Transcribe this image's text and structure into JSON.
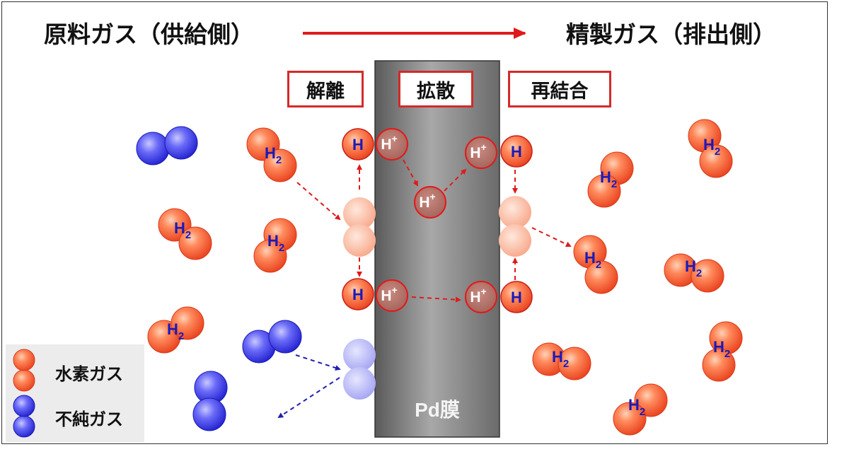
{
  "header": {
    "feed_label": "原料ガス（供給側）",
    "product_label": "精製ガス（排出側）"
  },
  "steps": {
    "dissociation": "解離",
    "diffusion": "拡散",
    "recombination": "再結合"
  },
  "membrane": {
    "label": "Pd膜"
  },
  "legend": {
    "hydrogen_label": "水素ガス",
    "impurity_label": "不純ガス"
  },
  "glyphs": {
    "h2": "H",
    "h2_subscript": "2",
    "h_atom": "H",
    "proton": "H",
    "proton_superscript": "+"
  },
  "colors": {
    "hydrogen": "#ff5a2a",
    "impurity": "#3a3af0",
    "arrow_red": "#e01a1a",
    "arrow_blue": "#2020b0",
    "box_border": "#d42a2a",
    "membrane": "#808080"
  },
  "icons": {
    "hydrogen_molecule": "two-red-spheres-icon",
    "impurity_molecule": "two-blue-spheres-icon",
    "flow_arrow": "right-arrow-icon"
  }
}
